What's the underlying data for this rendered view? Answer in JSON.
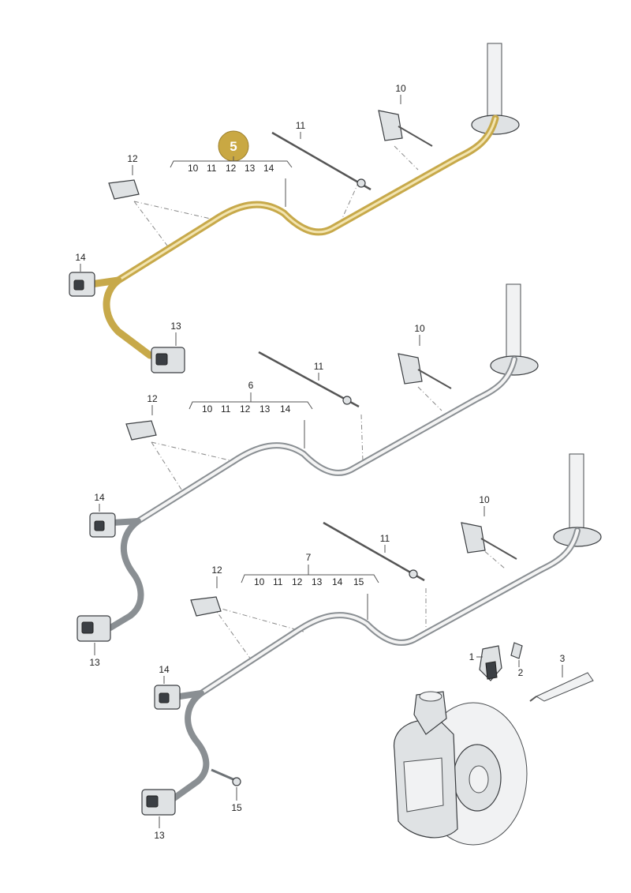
{
  "badge": "5",
  "groups": [
    {
      "header": "5",
      "items": [
        "10",
        "11",
        "12",
        "13",
        "14"
      ]
    },
    {
      "header": "6",
      "items": [
        "10",
        "11",
        "12",
        "13",
        "14"
      ]
    },
    {
      "header": "7",
      "items": [
        "10",
        "11",
        "12",
        "13",
        "14",
        "15"
      ]
    }
  ],
  "callouts": {
    "g1": {
      "p10": "10",
      "p11": "11",
      "p12": "12",
      "p13": "13",
      "p14": "14"
    },
    "g2": {
      "p10": "10",
      "p11": "11",
      "p12": "12",
      "p13": "13",
      "p14": "14"
    },
    "g3": {
      "p10": "10",
      "p11": "11",
      "p12": "12",
      "p13": "13",
      "p14": "14",
      "p15": "15"
    },
    "brake": {
      "p1": "1",
      "p2": "2",
      "p3": "3"
    }
  },
  "colors": {
    "highlight": "#c7a94a",
    "badge": "#c9a843",
    "harness": "#8a8f93"
  }
}
